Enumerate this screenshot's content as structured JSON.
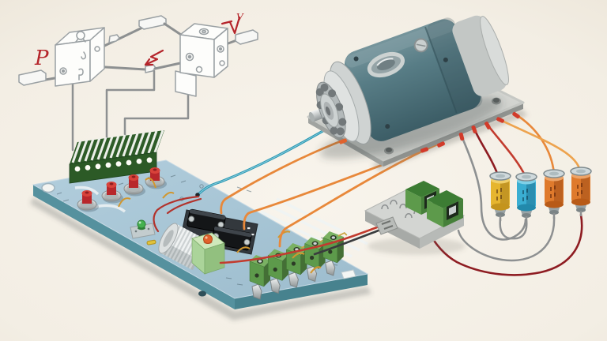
{
  "scene": {
    "type": "technical-illustration",
    "subject": "DC gear motor wiring with control PCB, sensor switch blocks, breakout board and capacitors",
    "background_color": "#f3eee4"
  },
  "annotations": {
    "pressure_label": "P",
    "voltage_label": "V",
    "note_color": "#b5252b"
  },
  "components": {
    "sensor_block_left": "wireframe sensor block",
    "sensor_block_right": "wireframe sensor block",
    "motor": {
      "body_color": "#527881",
      "plate_color": "#d2d3cf"
    },
    "pcb": {
      "color": "#a9c6d5",
      "edge_color": "#4e8a96"
    },
    "heatsink_terminal": {
      "color": "#2e5c28"
    },
    "pushbuttons": {
      "count": 4,
      "color": "#c0272d"
    },
    "driver_cylinder": {
      "color": "#d7dcdc"
    },
    "relay_cube": {
      "color": "#abd49a",
      "led_color": "#e2622b"
    },
    "mosfet_module": {
      "color": "#33383d"
    },
    "terminal_blocks": {
      "count": 5,
      "color": "#5d9a4b"
    },
    "breakout_board": {
      "color": "#d3d5d2"
    },
    "capacitors": [
      {
        "color": "#e6b52f",
        "lead_color": "#8e1c22"
      },
      {
        "color": "#3aaed2",
        "lead_color": "#c23b2e"
      },
      {
        "color": "#df7a2c",
        "lead_color": "#e8883a"
      },
      {
        "color": "#df7a2c",
        "lead_color": "#eda34e"
      }
    ],
    "wire_colors": {
      "signal_blue": "#2a99b4",
      "power_orange": "#e8883a",
      "power_red": "#c23b2e",
      "dark_red": "#8e1c22",
      "ground_gray": "#8d9091",
      "black": "#3a3c3e",
      "yellow_jumper": "#d1972f"
    }
  }
}
